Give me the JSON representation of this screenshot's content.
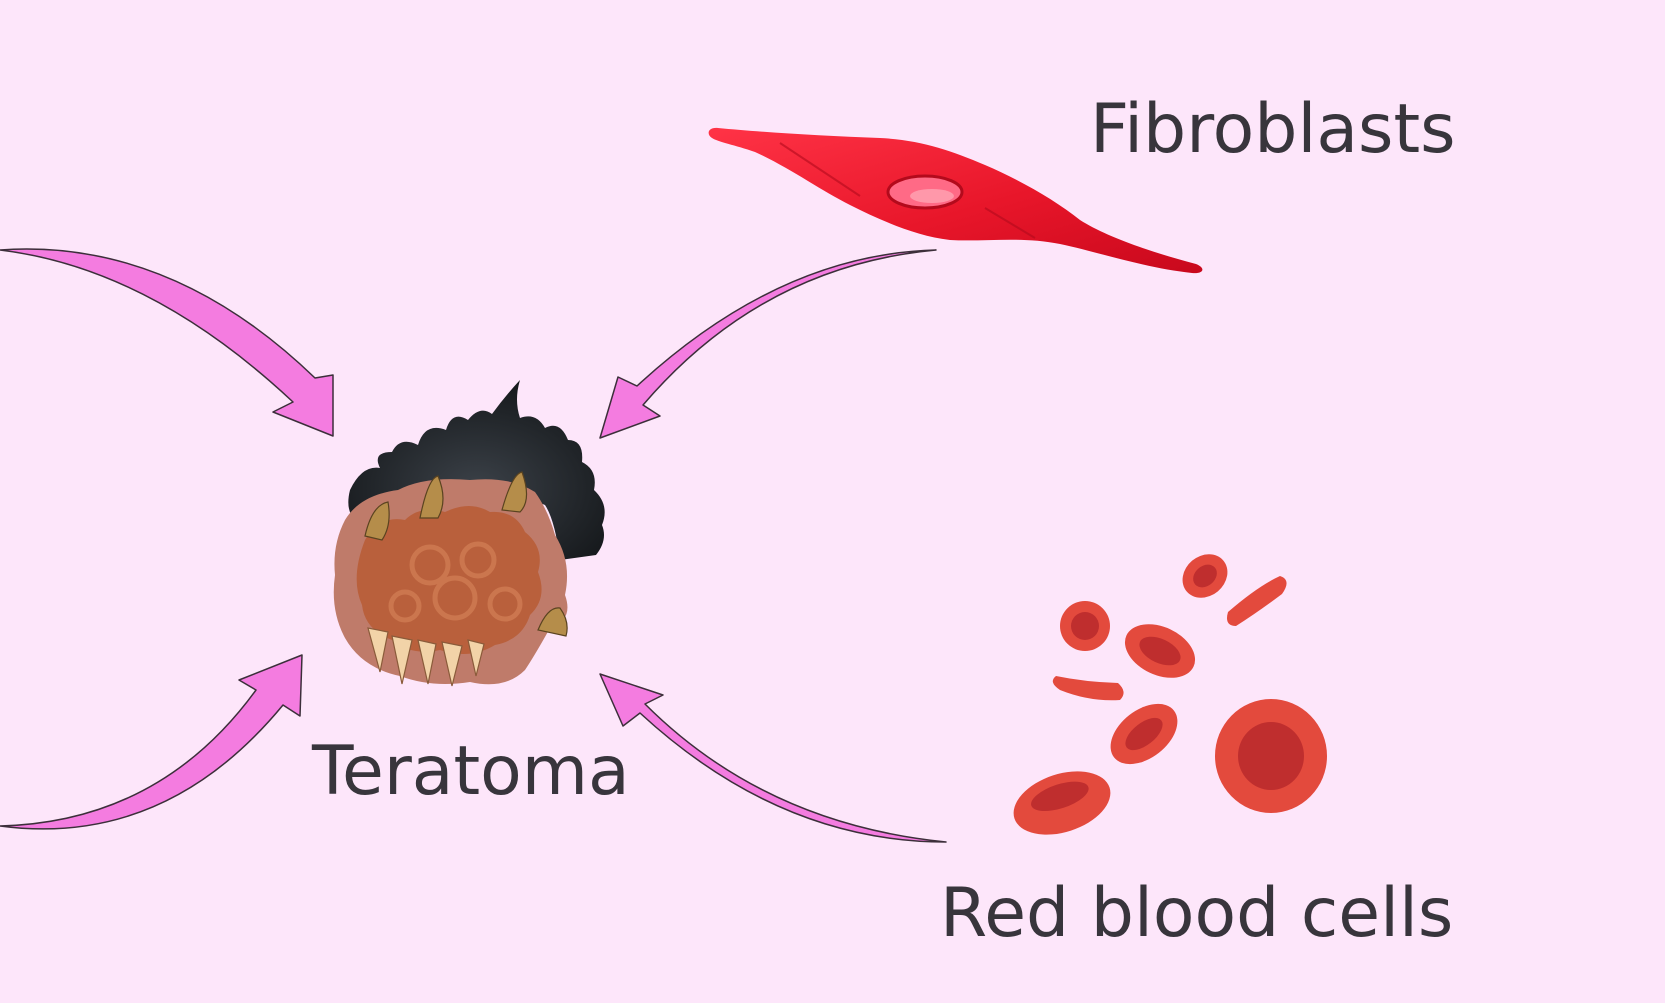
{
  "labels": {
    "fibroblasts": "Fibroblasts",
    "teratoma": "Teratoma",
    "red_blood_cells": "Red blood cells"
  },
  "colors": {
    "background": "#fde6fa",
    "arrow_fill": "#f47ce0",
    "arrow_stroke": "#3c2f3a",
    "fibroblast": "#e8162a",
    "fibroblast_nucleus": "#ff6a86",
    "rbc_outer": "#e34a3d",
    "rbc_inner": "#bf2e2e",
    "teratoma_hair": "#222629",
    "teratoma_tissue": "#bf7b6a",
    "teratoma_core": "#b9603c",
    "text": "#38353c"
  },
  "icons": {
    "fibroblast": "fibroblast-cell-icon",
    "teratoma": "teratoma-tumor-icon",
    "red_blood_cells": "red-blood-cells-icon"
  }
}
